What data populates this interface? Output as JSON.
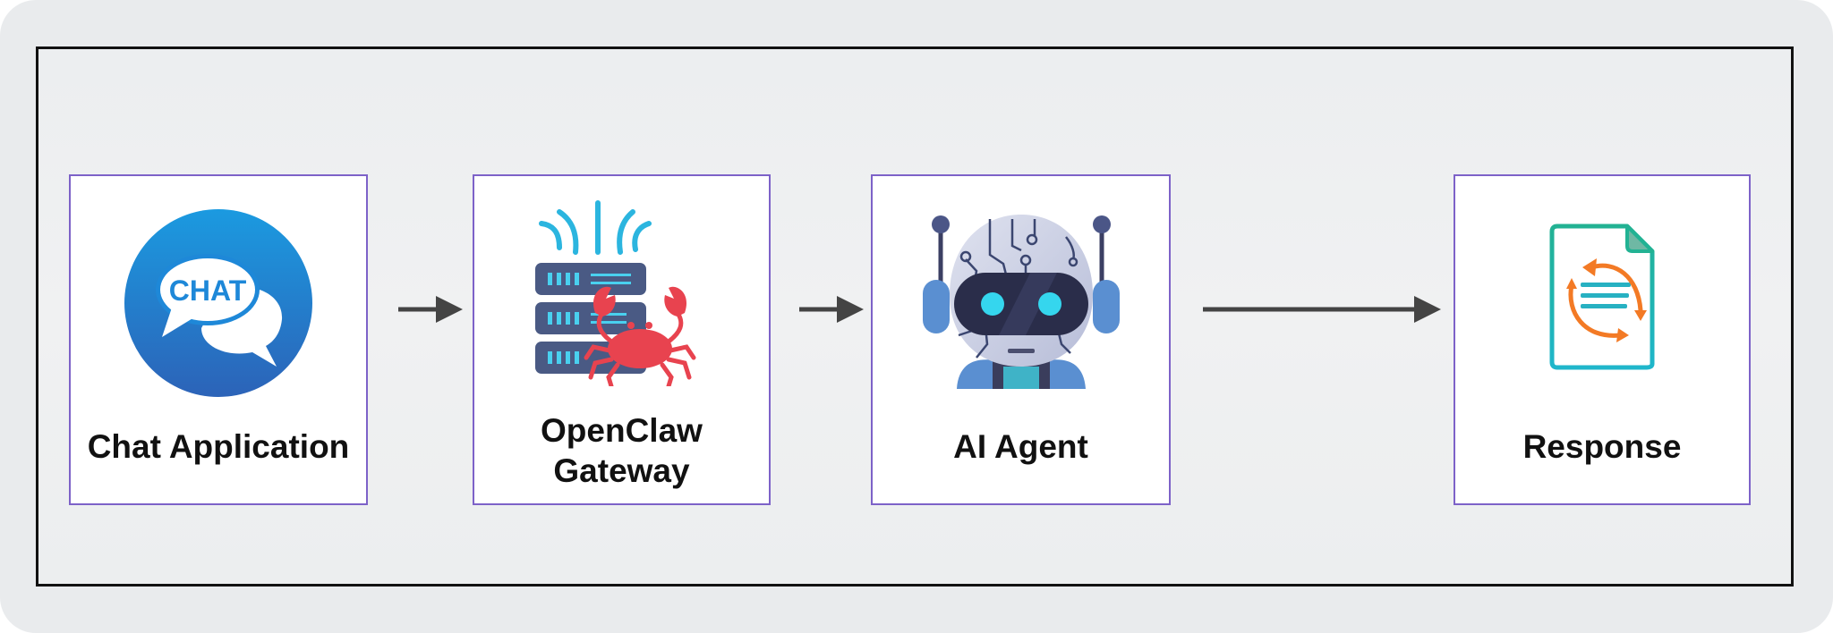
{
  "diagram": {
    "type": "flow",
    "direction": "left-to-right",
    "nodes": [
      {
        "id": "chat",
        "label": "Chat Application",
        "icon": "chat-bubble-icon",
        "icon_text": "CHAT"
      },
      {
        "id": "gateway",
        "label_line1": "OpenClaw",
        "label_line2": "Gateway",
        "icon": "server-crab-icon"
      },
      {
        "id": "agent",
        "label": "AI Agent",
        "icon": "robot-icon"
      },
      {
        "id": "response",
        "label": "Response",
        "icon": "document-refresh-icon"
      }
    ],
    "edges": [
      {
        "from": "chat",
        "to": "gateway"
      },
      {
        "from": "gateway",
        "to": "agent"
      },
      {
        "from": "agent",
        "to": "response"
      }
    ],
    "colors": {
      "box_border": "#7d62c8",
      "chat_blue": "#1e88d8",
      "server": "#4a5a84",
      "crab": "#e8434f",
      "robot_visor": "#2a2d4a",
      "robot_eye": "#35d6ee",
      "doc_teal": "#20b8b0",
      "doc_arrows": "#f37a25"
    }
  }
}
